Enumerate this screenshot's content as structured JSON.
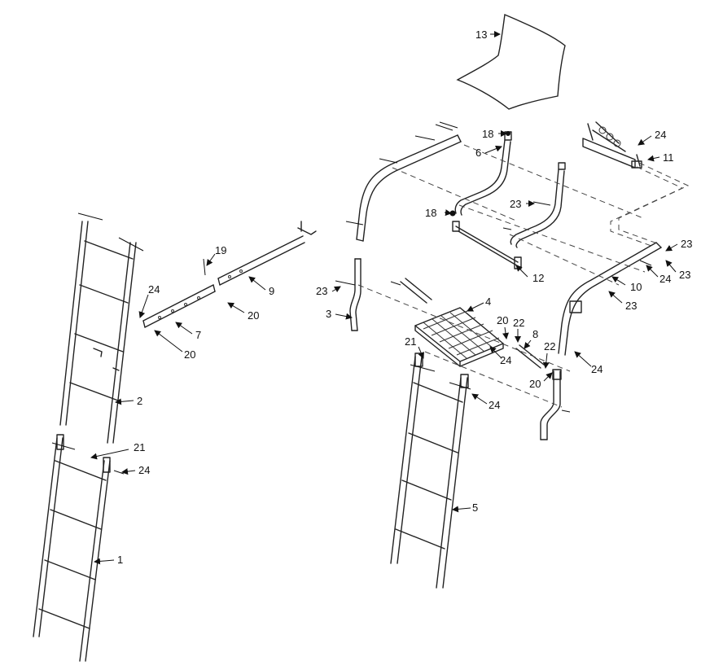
{
  "callouts": {
    "c1": "1",
    "c2": "2",
    "c3": "3",
    "c4": "4",
    "c5": "5",
    "c6": "6",
    "c7": "7",
    "c8": "8",
    "c9": "9",
    "c10": "10",
    "c11": "11",
    "c12": "12",
    "c13": "13",
    "c18a": "18",
    "c18b": "18",
    "c19": "19",
    "c20a": "20",
    "c20b": "20",
    "c20c": "20",
    "c20d": "20",
    "c21a": "21",
    "c21b": "21",
    "c22a": "22",
    "c22b": "22",
    "c23a": "23",
    "c23b": "23",
    "c23c": "23",
    "c23d": "23",
    "c23e": "23",
    "c24a": "24",
    "c24b": "24",
    "c24c": "24",
    "c24d": "24",
    "c24e": "24",
    "c24f": "24",
    "c24g": "24"
  },
  "colors": {
    "line": "#222222",
    "background": "#ffffff"
  }
}
